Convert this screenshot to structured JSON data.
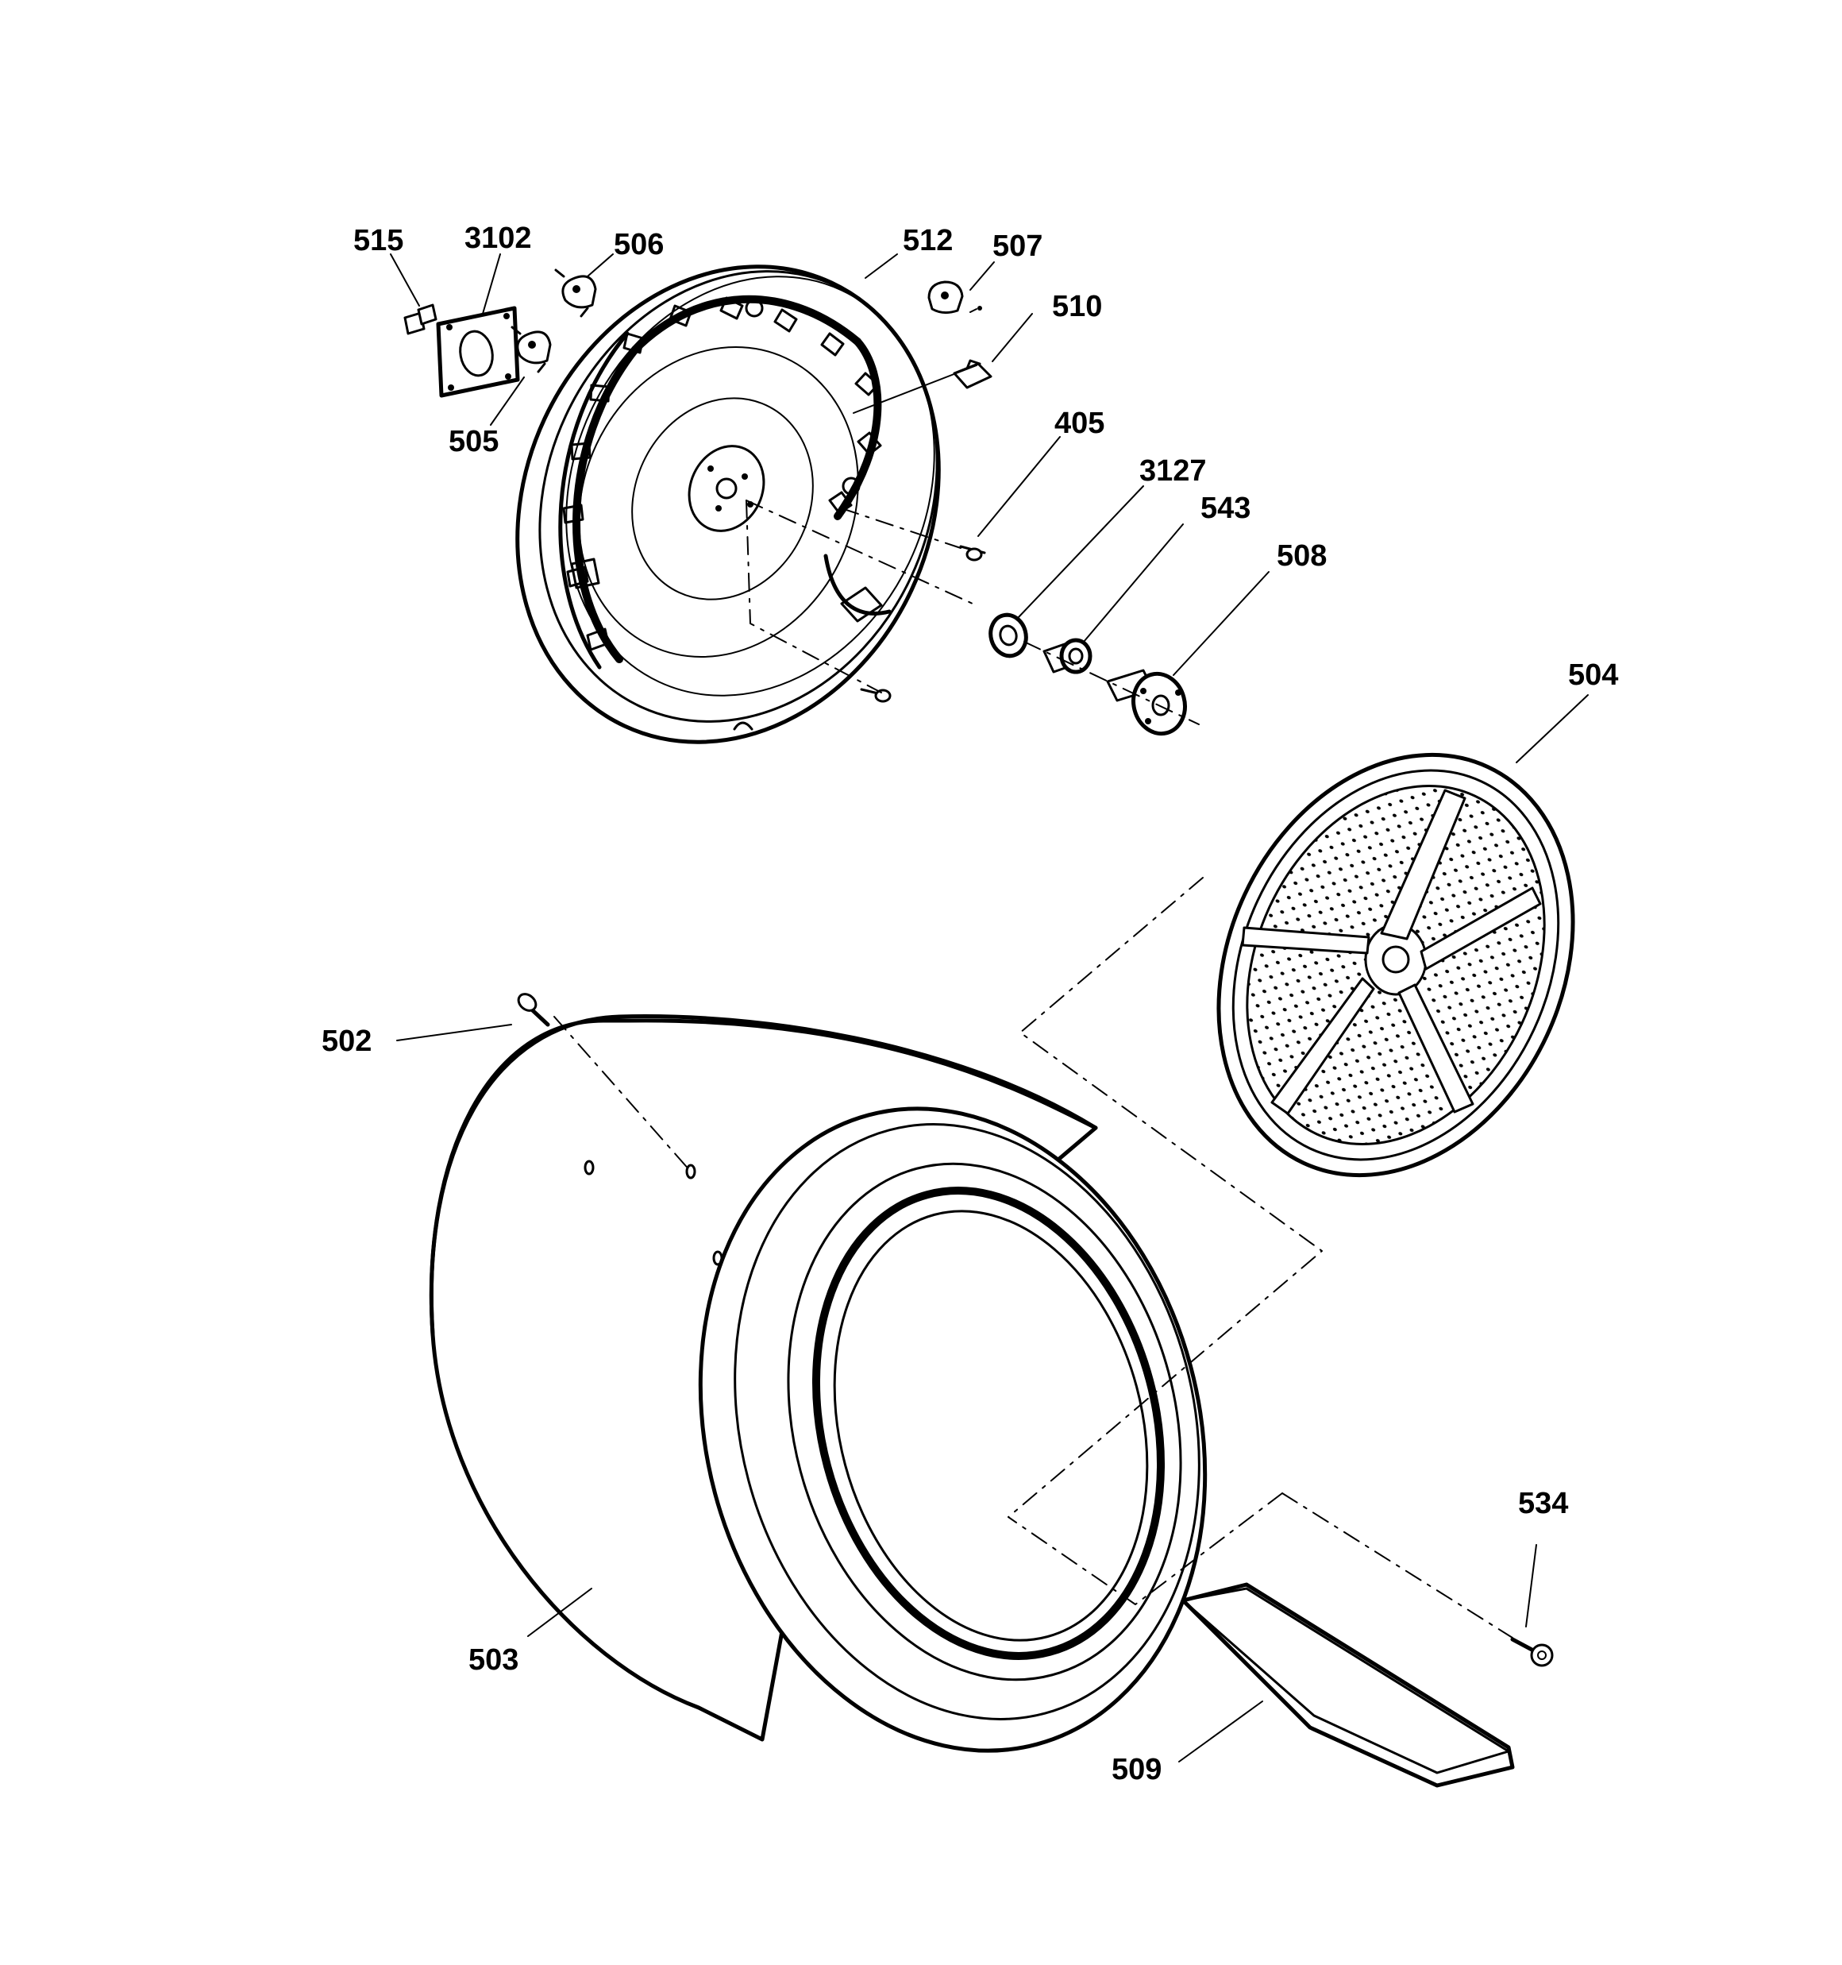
{
  "callouts": {
    "p515": "515",
    "p3102": "3102",
    "p506": "506",
    "p512": "512",
    "p507": "507",
    "p510": "510",
    "p505": "505",
    "p405": "405",
    "p3127": "3127",
    "p543": "543",
    "p508": "508",
    "p504": "504",
    "p502": "502",
    "p503": "503",
    "p534": "534",
    "p509": "509"
  },
  "colors": {
    "line": "#000000",
    "background": "#ffffff"
  }
}
